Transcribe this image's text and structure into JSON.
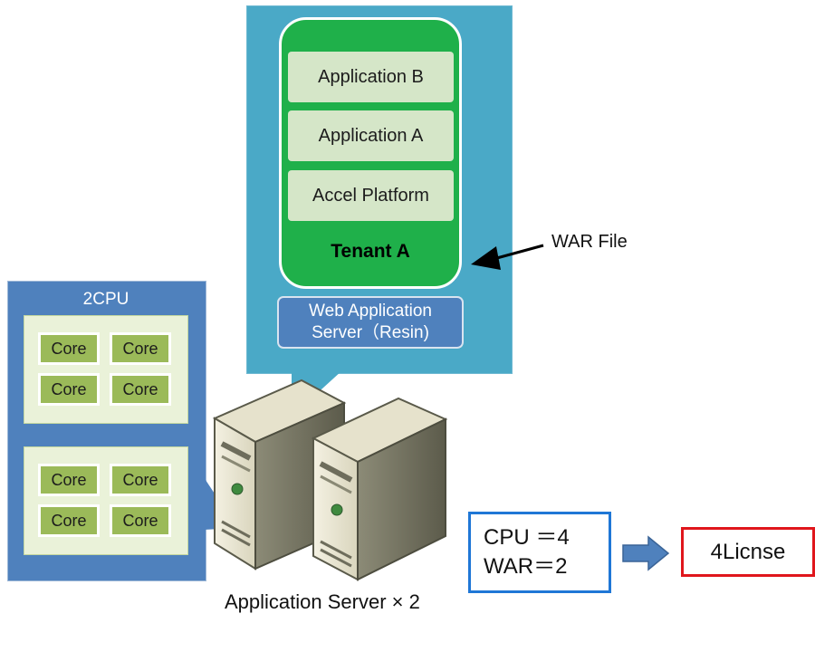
{
  "tenant": {
    "layers": [
      "Application B",
      "Application A",
      "Accel Platform"
    ],
    "name": "Tenant A"
  },
  "web_app_server": {
    "line1": "Web Application",
    "line2": "Server（Resin)"
  },
  "war_file_label": "WAR File",
  "cpu_group": {
    "title": "2CPU",
    "cpus": [
      {
        "cores": [
          "Core",
          "Core",
          "Core",
          "Core"
        ]
      },
      {
        "cores": [
          "Core",
          "Core",
          "Core",
          "Core"
        ]
      }
    ]
  },
  "servers_label": "Application Server × 2",
  "calculation": {
    "line1": "CPU ＝4",
    "line2": "WAR＝2"
  },
  "license_result": "4Licnse",
  "colors": {
    "callout_teal": "#4aa9c7",
    "tenant_green": "#1fb04a",
    "layer_green_light": "#d5e6c8",
    "panel_blue": "#4f81bd",
    "core_green": "#9bba59",
    "calc_border_blue": "#1f77d6",
    "license_border_red": "#e0161c"
  }
}
